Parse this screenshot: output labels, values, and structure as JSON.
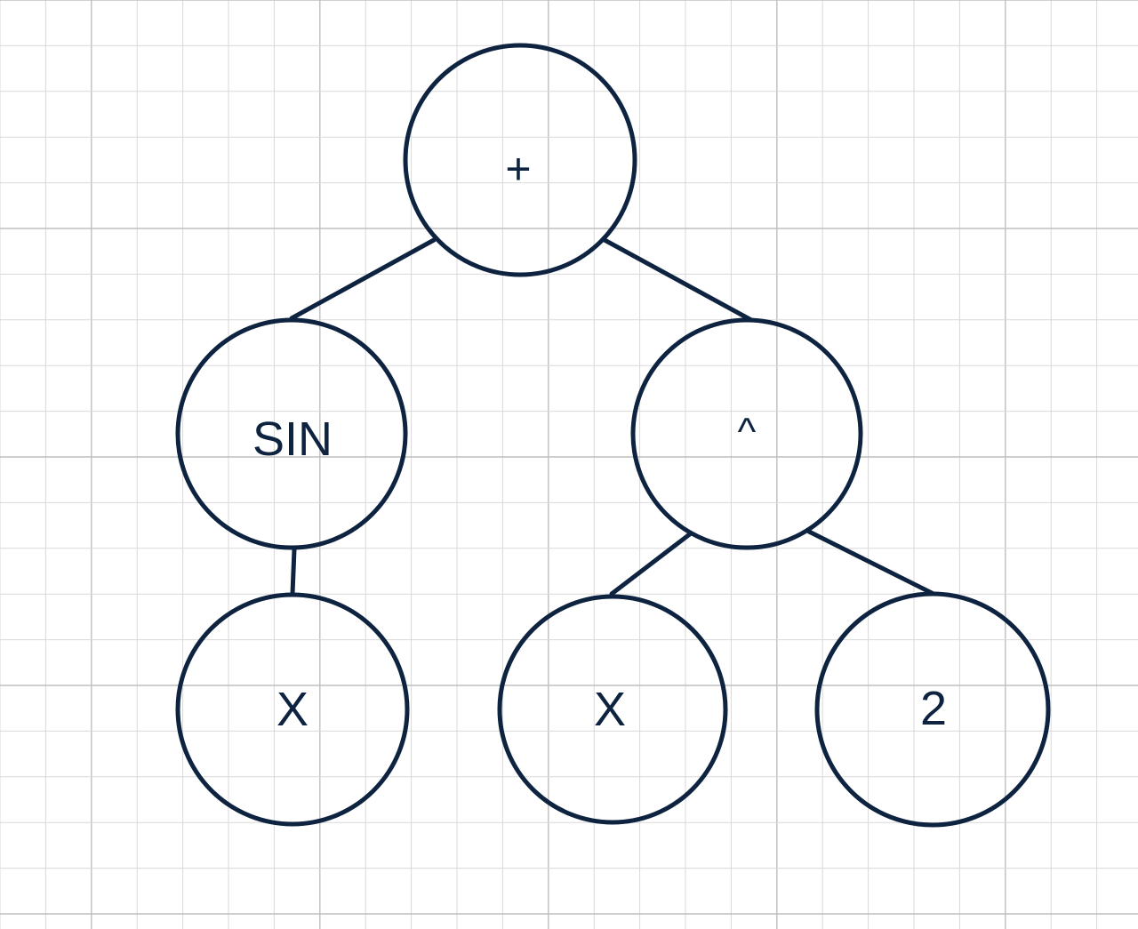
{
  "diagram": {
    "type": "expression-tree",
    "colors": {
      "stroke": "#0d2340",
      "grid_minor": "#d9d9d9",
      "grid_major": "#bfbfbf",
      "background": "#ffffff"
    },
    "nodes": [
      {
        "id": "plus",
        "label": "+"
      },
      {
        "id": "sin",
        "label": "SIN"
      },
      {
        "id": "pow",
        "label": "^"
      },
      {
        "id": "x1",
        "label": "X"
      },
      {
        "id": "x2",
        "label": "X"
      },
      {
        "id": "two",
        "label": "2"
      }
    ],
    "edges": [
      {
        "from": "plus",
        "to": "sin"
      },
      {
        "from": "plus",
        "to": "pow"
      },
      {
        "from": "sin",
        "to": "x1"
      },
      {
        "from": "pow",
        "to": "x2"
      },
      {
        "from": "pow",
        "to": "two"
      }
    ]
  }
}
